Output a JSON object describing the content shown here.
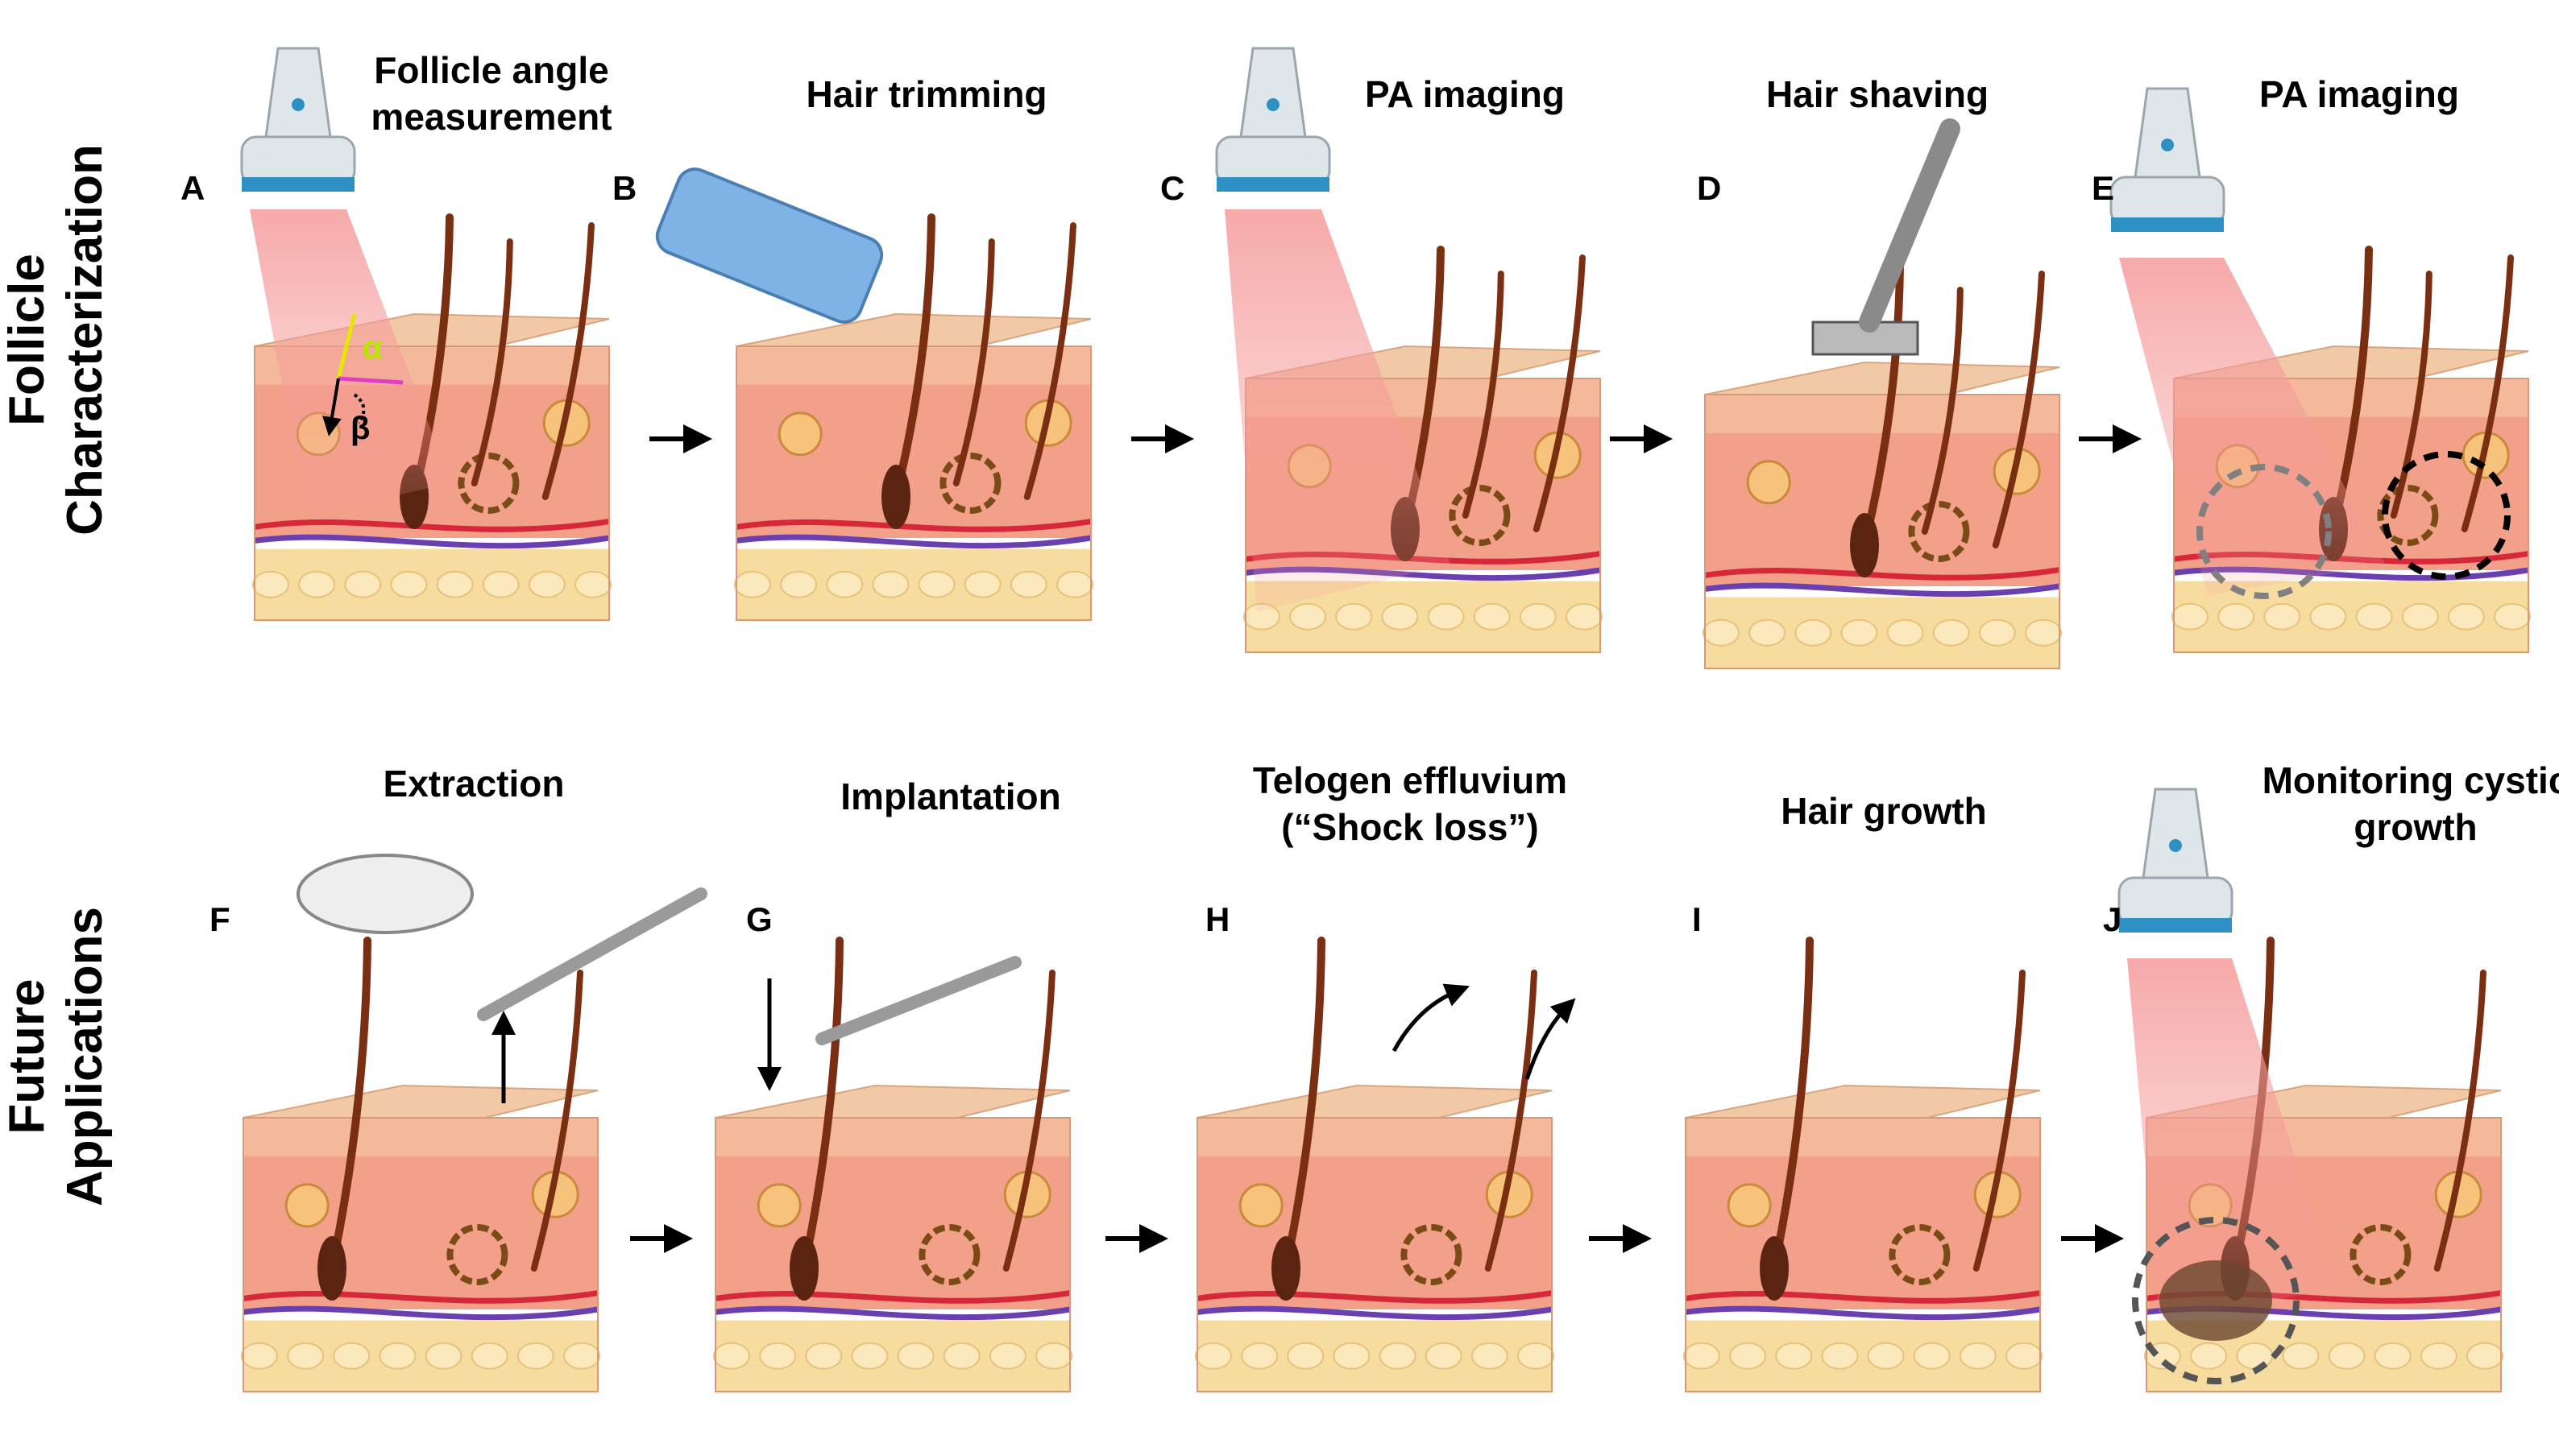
{
  "row_labels": {
    "top": [
      "Follicle",
      "Characterization"
    ],
    "bottom": [
      "Future",
      "Applications"
    ]
  },
  "panels": [
    {
      "letter": "A",
      "title": [
        "Follicle angle",
        "measurement"
      ],
      "angle_labels": [
        "α",
        "β"
      ]
    },
    {
      "letter": "B",
      "title": [
        "Hair trimming"
      ]
    },
    {
      "letter": "C",
      "title": [
        "PA imaging"
      ]
    },
    {
      "letter": "D",
      "title": [
        "Hair shaving"
      ]
    },
    {
      "letter": "E",
      "title": [
        "PA imaging"
      ]
    },
    {
      "letter": "F",
      "title": [
        "Extraction"
      ]
    },
    {
      "letter": "G",
      "title": [
        "Implantation"
      ]
    },
    {
      "letter": "H",
      "title": [
        "Telogen effluvium",
        "(“Shock loss”)"
      ]
    },
    {
      "letter": "I",
      "title": [
        "Hair growth"
      ]
    },
    {
      "letter": "J",
      "title": [
        "Monitoring cystic",
        "growth"
      ]
    }
  ],
  "colors": {
    "skin_top": "#f2c9a6",
    "dermis": "#f3a08a",
    "fat": "#f7dca0",
    "hair": "#7a2e12",
    "beam": "#f59a9a",
    "probe": "#dfe6ea",
    "probe_band": "#2d8fc4",
    "trimmer": "#7fb2e5",
    "razor": "#8a8a8a"
  }
}
